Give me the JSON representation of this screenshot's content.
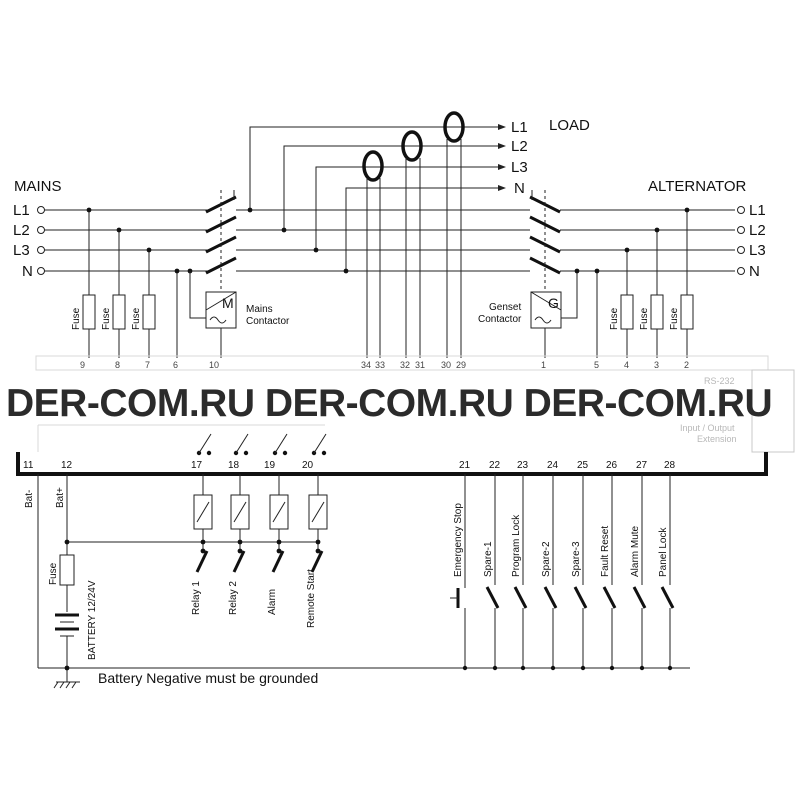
{
  "watermark": "DER-COM.RU DER-COM.RU DER-COM.RU",
  "groups": {
    "mains": "MAINS",
    "alternator": "ALTERNATOR",
    "load": "LOAD"
  },
  "phases": [
    "L1",
    "L2",
    "L3",
    "N"
  ],
  "load_phases": [
    "L1",
    "L2",
    "L3",
    "N"
  ],
  "contactors": {
    "mains": {
      "letter": "M",
      "label_line1": "Mains",
      "label_line2": "Contactor"
    },
    "genset": {
      "letter": "G",
      "label_line1": "Genset",
      "label_line2": "Contactor"
    }
  },
  "fuse_label": "Fuse",
  "upper_terminals": [
    "9",
    "8",
    "7",
    "6",
    "10",
    "34",
    "33",
    "32",
    "31",
    "30",
    "29",
    "1",
    "5",
    "4",
    "3",
    "2"
  ],
  "faint_labels": {
    "rs232": "RS-232",
    "io_line1": "Input / Output",
    "io_line2": "Extension"
  },
  "lower_terminals": [
    "11",
    "12",
    "17",
    "18",
    "19",
    "20",
    "21",
    "22",
    "23",
    "24",
    "25",
    "26",
    "27",
    "28"
  ],
  "bat_minus": "Bat-",
  "bat_plus": "Bat+",
  "battery_fuse": "Fuse",
  "battery_label": "BATTERY 12/24V",
  "relays": [
    "Relay 1",
    "Relay 2",
    "Alarm",
    "Remote Start"
  ],
  "inputs": [
    "Emergency Stop",
    "Spare-1",
    "Program Lock",
    "Spare-2",
    "Spare-3",
    "Fault Reset",
    "Alarm Mute",
    "Panel Lock"
  ],
  "ground_note": "Battery Negative must be grounded"
}
